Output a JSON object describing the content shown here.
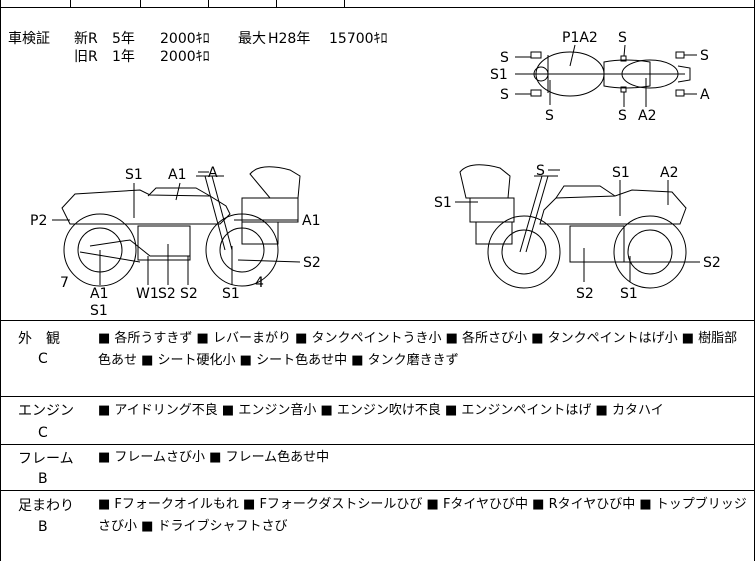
{
  "shaken": {
    "label": "車検証",
    "new_label": "新R",
    "new_years": "5年",
    "new_fee": "2000ｷﾛ",
    "old_label": "旧R",
    "old_years": "1年",
    "old_fee": "2000ｷﾛ",
    "max_label": "最大",
    "max_date": "H28年",
    "max_value": "15700ｷﾛ"
  },
  "top_view": {
    "labels": [
      "S",
      "S1",
      "S",
      "P1A2",
      "S",
      "S",
      "S",
      "S",
      "A2",
      "A"
    ]
  },
  "left_view": {
    "labels": [
      "S1",
      "A1",
      "A",
      "P2",
      "A1",
      "S2",
      "7",
      "A1",
      "S1",
      "W1",
      "S2",
      "S2",
      "S1",
      "4"
    ]
  },
  "right_view": {
    "labels": [
      "S",
      "S1",
      "A2",
      "S1",
      "S2",
      "S2",
      "S1"
    ]
  },
  "sections": [
    {
      "category": "外　観",
      "grade": "C",
      "items": "■ 各所うすきず ■ レバーまがり ■ タンクペイントうき小 ■ 各所さび小 ■ タンクペイントはげ小 ■ 樹脂部色あせ ■ シート硬化小 ■ シート色あせ中 ■ タンク磨ききず"
    },
    {
      "category": "エンジン",
      "grade": "C",
      "items": "■ アイドリング不良 ■ エンジン音小 ■ エンジン吹け不良 ■ エンジンペイントはげ ■ カタハイ"
    },
    {
      "category": "フレーム",
      "grade": "B",
      "items": "■ フレームさび小 ■ フレーム色あせ中"
    },
    {
      "category": "足まわり",
      "grade": "B",
      "items": "■ Fフォークオイルもれ ■ Fフォークダストシールひび ■ Fタイヤひび中 ■ Rタイヤひび中 ■ トップブリッジさび小 ■ ドライブシャフトさび"
    }
  ]
}
